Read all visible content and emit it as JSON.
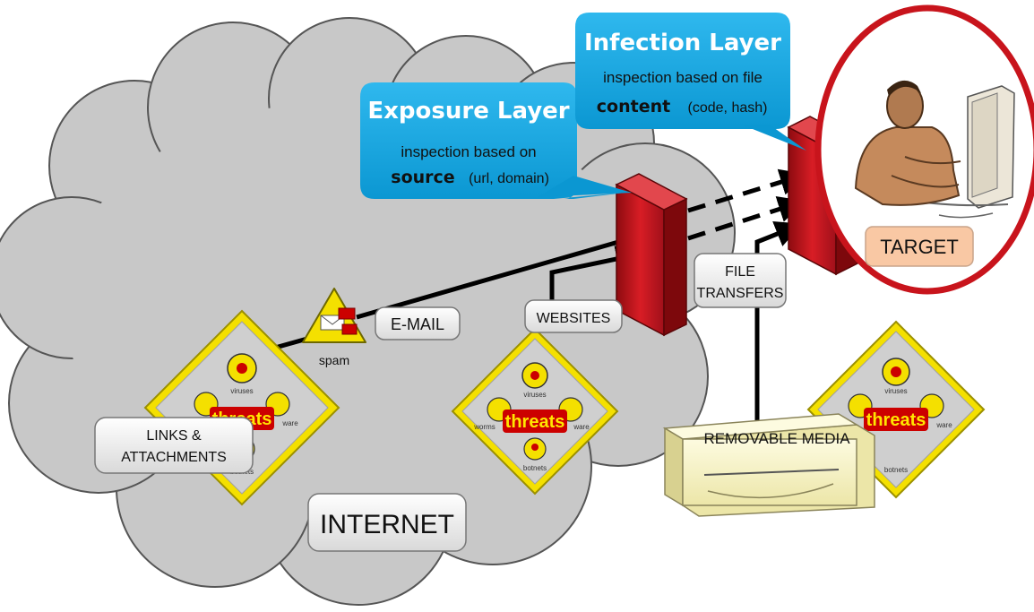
{
  "exposure_layer": {
    "title": "Exposure Layer",
    "line1": "inspection based on",
    "keyword": "source",
    "detail": "(url, domain)"
  },
  "infection_layer": {
    "title": "Infection Layer",
    "line1": "inspection based on file",
    "keyword": "content",
    "detail": "(code, hash)"
  },
  "target_label": "TARGET",
  "internet_label": "INTERNET",
  "email_label": "E-MAIL",
  "spam_label": "spam",
  "websites_label": "WEBSITES",
  "file_transfers_line1": "FILE",
  "file_transfers_line2": "TRANSFERS",
  "links_line1": "LINKS &",
  "links_line2": "ATTACHMENTS",
  "removable_media_label": "REMOVABLE MEDIA",
  "threat_badge": {
    "center": "threats",
    "top": "viruses",
    "left": "worms",
    "right": "ware",
    "bottom": "botnets"
  },
  "colors": {
    "cloud": "#c8c8c8",
    "cloud_stroke": "#555555",
    "bubble": "#13a6e0",
    "wall": "#c4151c",
    "target_ring": "#c8141c",
    "target_box": "#f9c8a4",
    "diamond": "#f4e000",
    "threat_red": "#cc0000"
  }
}
